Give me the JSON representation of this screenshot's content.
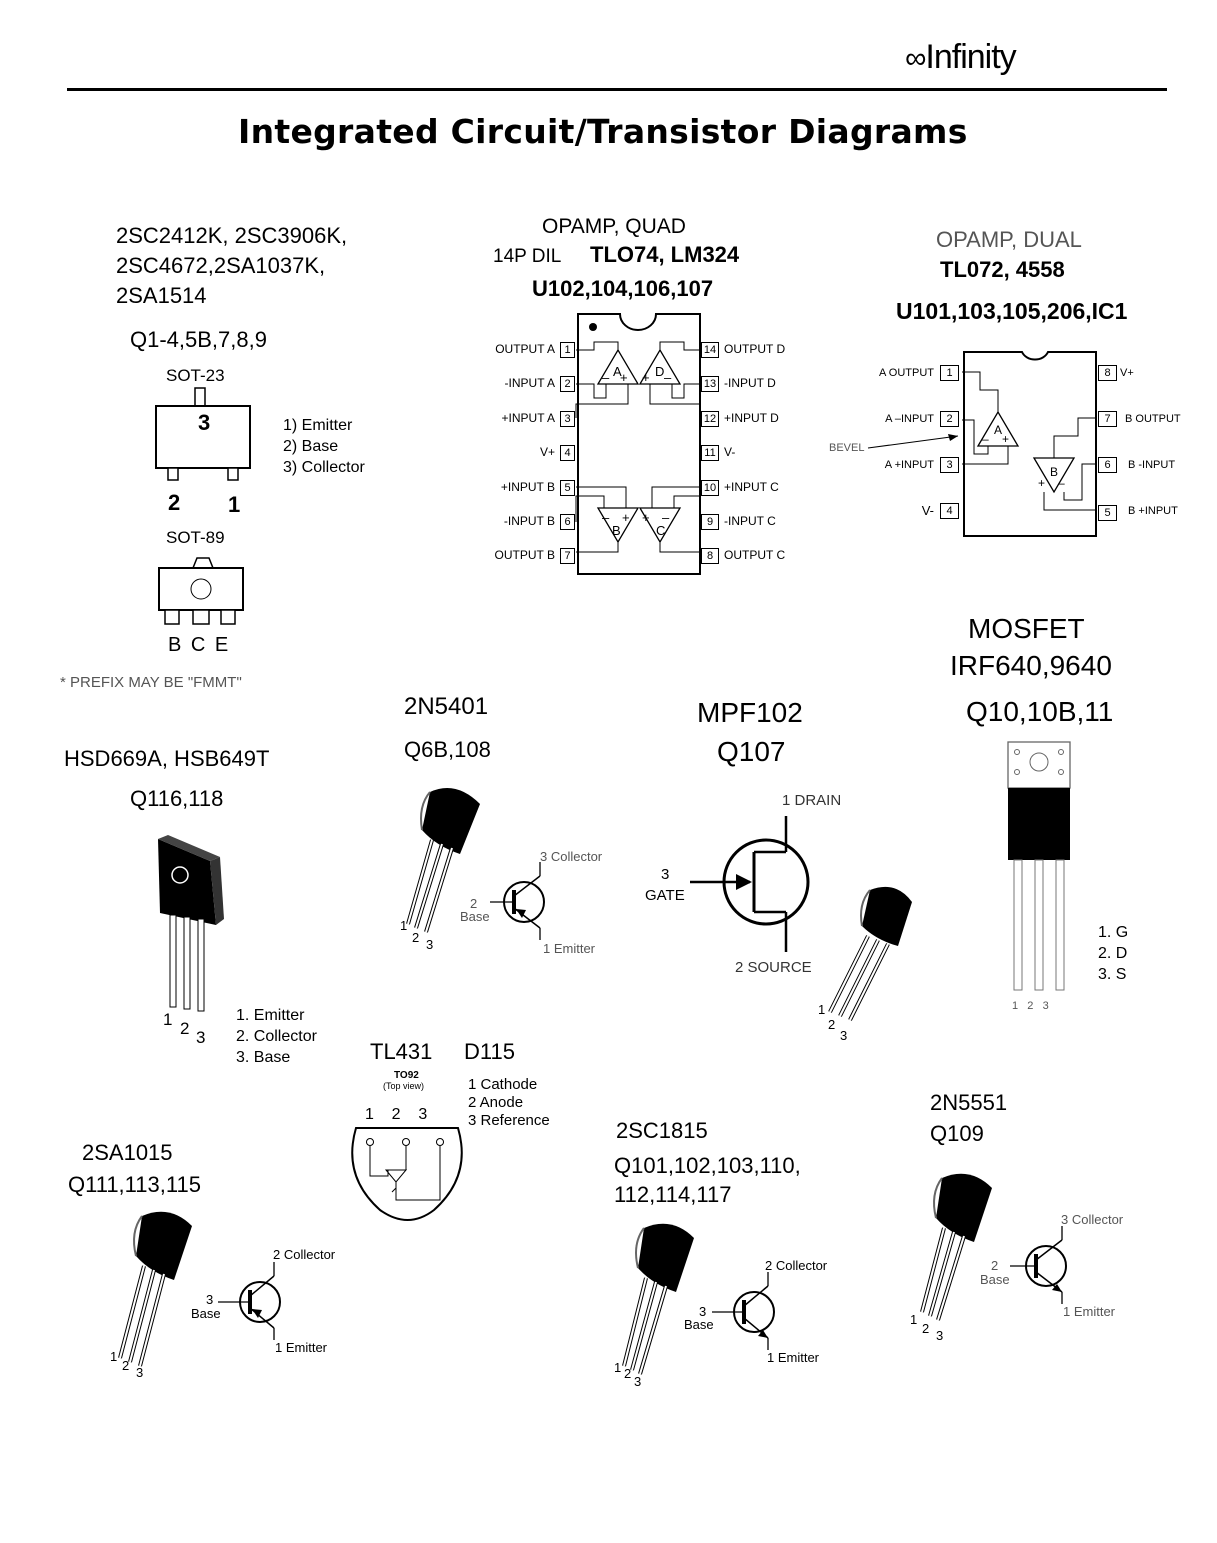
{
  "header": {
    "brand": "Infinity",
    "title": "Integrated Circuit/Transistor Diagrams"
  },
  "sot": {
    "parts_line1": "2SC2412K, 2SC3906K,",
    "parts_line2": "2SC4672,2SA1037K,",
    "parts_line3": "2SA1514",
    "refs": "Q1-4,5B,7,8,9",
    "pkg1": "SOT-23",
    "pin_center": "3",
    "pin_left": "2",
    "pin_right": "1",
    "legend1": "1) Emitter",
    "legend2": "2) Base",
    "legend3": "3) Collector",
    "pkg2": "SOT-89",
    "pins_bce": "B C E",
    "note": "*  PREFIX MAY BE \"FMMT\""
  },
  "quad": {
    "title": "OPAMP, QUAD",
    "pkg": "14P DIL",
    "parts": "TLO74, LM324",
    "refs": "U102,104,106,107",
    "left_pins": [
      {
        "num": "1",
        "label": "OUTPUT A"
      },
      {
        "num": "2",
        "label": "-INPUT A"
      },
      {
        "num": "3",
        "label": "+INPUT A"
      },
      {
        "num": "4",
        "label": "V+"
      },
      {
        "num": "5",
        "label": "+INPUT B"
      },
      {
        "num": "6",
        "label": "-INPUT B"
      },
      {
        "num": "7",
        "label": "OUTPUT B"
      }
    ],
    "right_pins": [
      {
        "num": "14",
        "label": "OUTPUT D"
      },
      {
        "num": "13",
        "label": "-INPUT D"
      },
      {
        "num": "12",
        "label": "+INPUT D"
      },
      {
        "num": "11",
        "label": "V-"
      },
      {
        "num": "10",
        "label": "+INPUT C"
      },
      {
        "num": "9",
        "label": "-INPUT C"
      },
      {
        "num": "8",
        "label": "OUTPUT C"
      }
    ],
    "amp_a": "A",
    "amp_b": "B",
    "amp_c": "C",
    "amp_d": "D"
  },
  "dual": {
    "title": "OPAMP, DUAL",
    "parts": "TL072, 4558",
    "refs": "U101,103,105,206,IC1",
    "left_pins": [
      {
        "num": "1",
        "label": "A OUTPUT"
      },
      {
        "num": "2",
        "label": "A –INPUT"
      },
      {
        "num": "3",
        "label": "A +INPUT"
      },
      {
        "num": "4",
        "label": "V-"
      }
    ],
    "right_pins": [
      {
        "num": "8",
        "label": "V+"
      },
      {
        "num": "7",
        "label": "B OUTPUT"
      },
      {
        "num": "6",
        "label": "B -INPUT"
      },
      {
        "num": "5",
        "label": "B +INPUT"
      }
    ],
    "bevel": "BEVEL",
    "amp_a": "A",
    "amp_b": "B"
  },
  "mosfet": {
    "title": "MOSFET",
    "parts": "IRF640,9640",
    "refs": "Q10,10B,11",
    "legend1": "1. G",
    "legend2": "2. D",
    "legend3": "3. S",
    "pins": "1   2   3"
  },
  "hsd": {
    "parts": "HSD669A, HSB649T",
    "refs": "Q116,118",
    "pin1": "1",
    "pin2": "2",
    "pin3": "3",
    "legend1": "1. Emitter",
    "legend2": "2. Collector",
    "legend3": "3. Base"
  },
  "n5401": {
    "part": "2N5401",
    "refs": "Q6B,108",
    "collector": "3 Collector",
    "base_num": "2",
    "base": "Base",
    "emitter": "1 Emitter",
    "pin1": "1",
    "pin2": "2",
    "pin3": "3"
  },
  "mpf": {
    "part": "MPF102",
    "refs": "Q107",
    "drain": "1 DRAIN",
    "gate_num": "3",
    "gate": "GATE",
    "source": "2 SOURCE",
    "pin1": "1",
    "pin2": "2",
    "pin3": "3"
  },
  "tl431": {
    "part": "TL431",
    "ref": "D115",
    "pkg": "TO92",
    "view": "(Top view)",
    "pins": "1    2    3",
    "legend1": "1 Cathode",
    "legend2": "2 Anode",
    "legend3": "3 Reference"
  },
  "sa1015": {
    "part": "2SA1015",
    "refs": "Q111,113,115",
    "collector": "2 Collector",
    "base_num": "3",
    "base": "Base",
    "emitter": "1 Emitter",
    "pin1": "1",
    "pin2": "2",
    "pin3": "3"
  },
  "sc1815": {
    "part": "2SC1815",
    "refs1": "Q101,102,103,110,",
    "refs2": "112,114,117",
    "collector": "2 Collector",
    "base_num": "3",
    "base": "Base",
    "emitter": "1 Emitter",
    "pin1": "1",
    "pin2": "2",
    "pin3": "3"
  },
  "n5551": {
    "part": "2N5551",
    "ref": "Q109",
    "collector": "3 Collector",
    "base_num": "2",
    "base": "Base",
    "emitter": "1 Emitter",
    "pin1": "1",
    "pin2": "2",
    "pin3": "3"
  }
}
